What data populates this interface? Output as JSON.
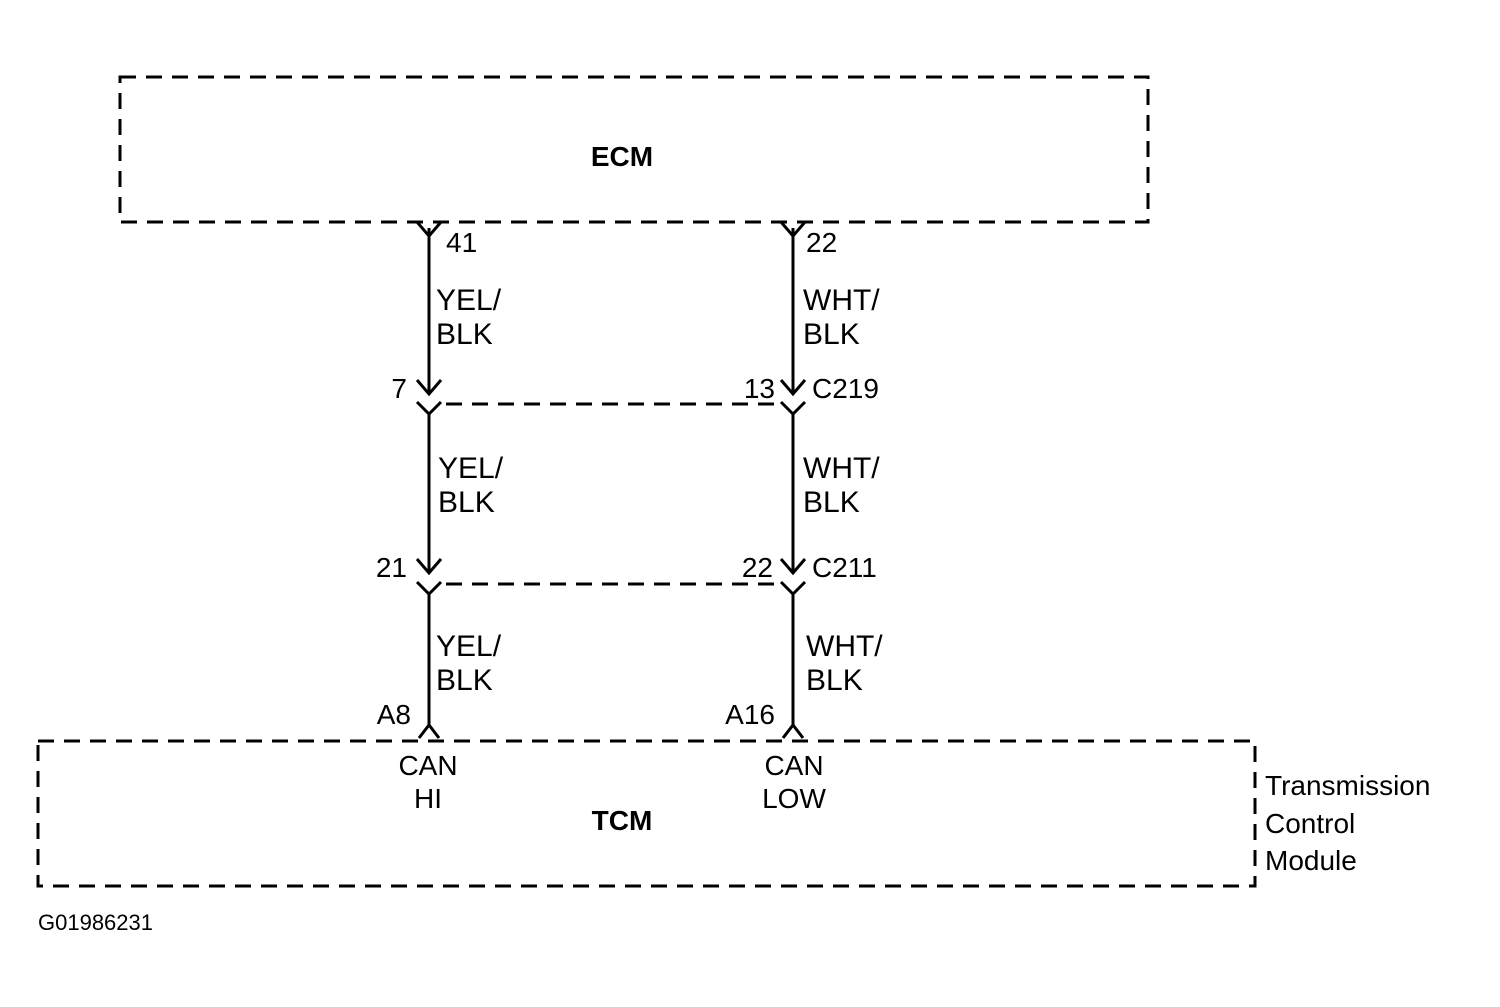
{
  "ecm": {
    "label": "ECM"
  },
  "tcm": {
    "label": "TCM",
    "full_name_lines": [
      "Transmission",
      "Control",
      "Module"
    ]
  },
  "circuits": [
    {
      "id": "can-hi",
      "ecm_pin": "41",
      "segments": [
        {
          "line1": "YEL/",
          "line2": "BLK"
        },
        {
          "line1": "YEL/",
          "line2": "BLK"
        },
        {
          "line1": "YEL/",
          "line2": "BLK"
        }
      ],
      "c219_pin": "7",
      "c211_pin": "21",
      "tcm_pin": "A8",
      "signal_line1": "CAN",
      "signal_line2": "HI"
    },
    {
      "id": "can-low",
      "ecm_pin": "22",
      "segments": [
        {
          "line1": "WHT/",
          "line2": "BLK"
        },
        {
          "line1": "WHT/",
          "line2": "BLK"
        },
        {
          "line1": "WHT/",
          "line2": "BLK"
        }
      ],
      "c219_pin": "13",
      "c211_pin": "22",
      "tcm_pin": "A16",
      "signal_line1": "CAN",
      "signal_line2": "LOW"
    }
  ],
  "connectors": {
    "c219": "C219",
    "c211": "C211"
  },
  "figure_id": "G01986231"
}
